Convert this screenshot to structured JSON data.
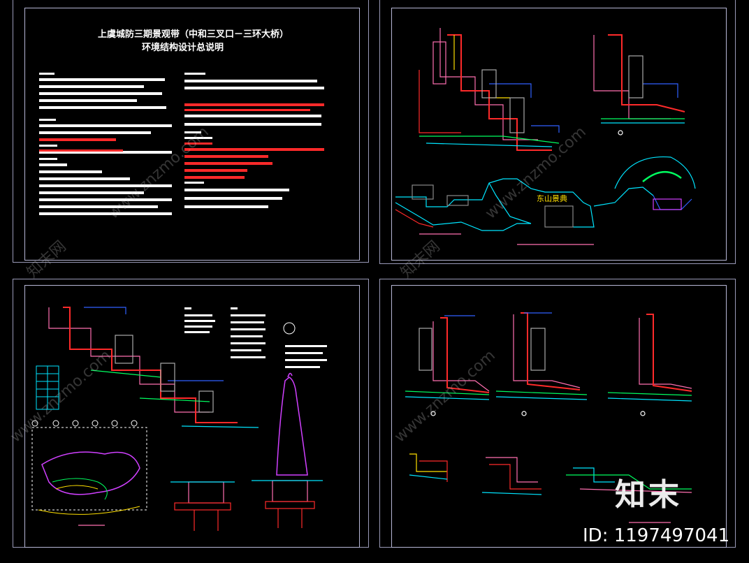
{
  "sheet1": {
    "title_line1": "上虞城防三期景观带（中和三叉口－三环大桥）",
    "title_line2": "环境结构设计总说明"
  },
  "sheet2": {
    "plan_label": "东山景典"
  },
  "watermark": {
    "logo": "知末",
    "id_text": "ID: 1197497041",
    "diagonal_text": "www.znzmo.com",
    "diagonal_text2": "知末网"
  },
  "colors": {
    "background": "#000000",
    "frame": "#9a9ab8",
    "red": "#ff2a2a",
    "pink": "#ff6fb0",
    "green": "#00ff60",
    "cyan": "#00e5ff",
    "yellow": "#ffe000",
    "blue": "#3060ff",
    "magenta": "#d040ff",
    "white": "#ffffff"
  }
}
